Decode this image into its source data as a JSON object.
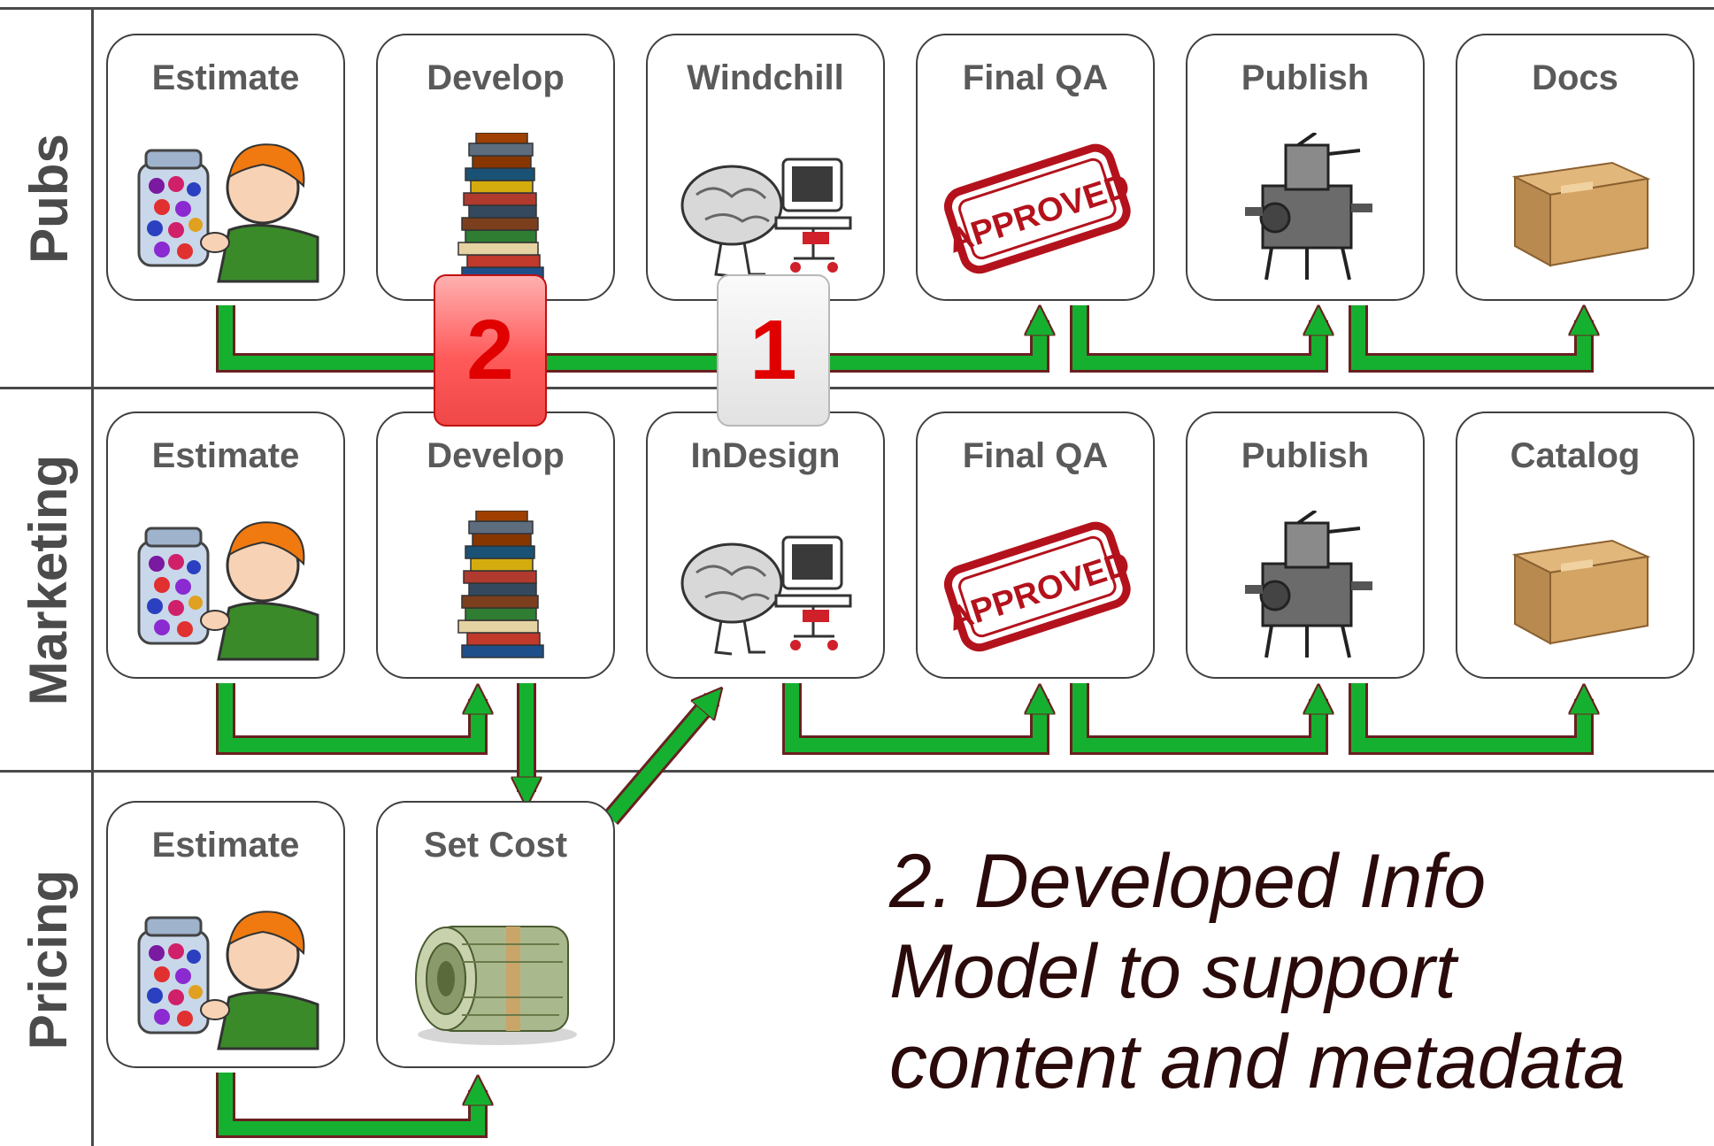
{
  "lanes": [
    {
      "label": "Pubs",
      "steps": [
        "Estimate",
        "Develop",
        "Windchill",
        "Final QA",
        "Publish",
        "Docs"
      ]
    },
    {
      "label": "Marketing",
      "steps": [
        "Estimate",
        "Develop",
        "InDesign",
        "Final QA",
        "Publish",
        "Catalog"
      ]
    },
    {
      "label": "Pricing",
      "steps": [
        "Estimate",
        "Set Cost"
      ]
    }
  ],
  "badges": {
    "two": "2",
    "one": "1"
  },
  "caption": {
    "line1": "2. Developed Info",
    "line2": "Model to support",
    "line3": "content and metadata"
  },
  "stamp_text": "APPROVED",
  "colors": {
    "arrow_fill": "#16b030",
    "arrow_stroke": "#6a2020",
    "badge_text": "#e00000",
    "caption": "#2a0a0a"
  }
}
